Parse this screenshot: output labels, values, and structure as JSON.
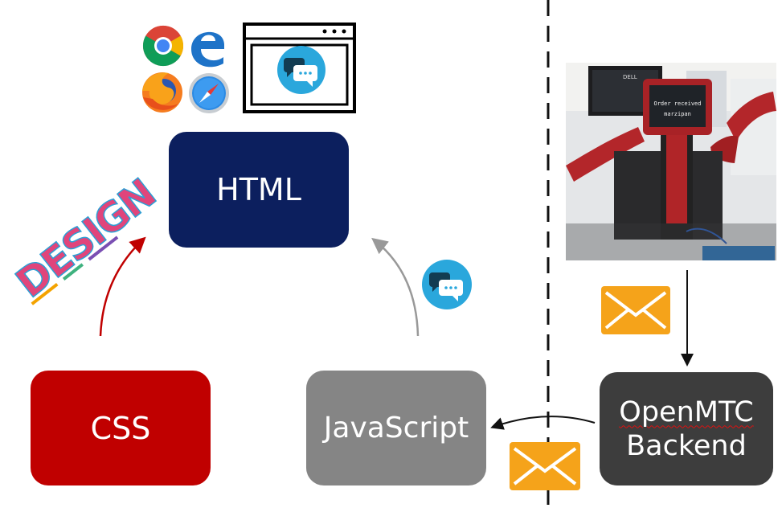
{
  "boxes": {
    "html": "HTML",
    "css": "CSS",
    "javascript": "JavaScript",
    "openmtc_line1": "OpenMTC",
    "openmtc_line2": "Backend"
  },
  "design_logo_text": "DESIGN",
  "robot_screen": {
    "line1": "Order received",
    "line2": "marzipan",
    "monitor_brand": "DELL"
  },
  "icons": [
    "chrome-icon",
    "edge-icon",
    "firefox-icon",
    "safari-icon",
    "browser-window-icon",
    "chat-bubble-icon",
    "envelope-icon"
  ],
  "colors": {
    "html_box": "#0c1f5e",
    "css_box": "#c00000",
    "javascript_box": "#858585",
    "openmtc_box": "#3d3d3d",
    "envelope": "#f5a31a",
    "chat_icon": "#2aa7dc",
    "css_arrow": "#c00000",
    "js_arrow": "#999999"
  }
}
